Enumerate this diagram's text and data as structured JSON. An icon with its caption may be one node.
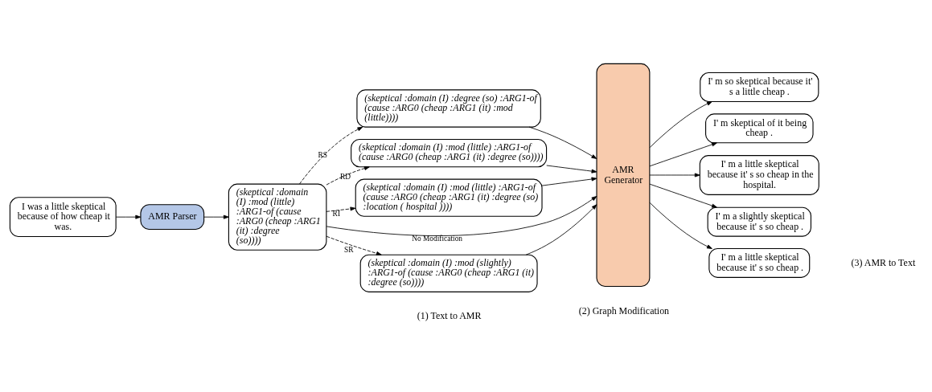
{
  "diagram": {
    "nodes": [
      {
        "text": [
          "I was a little skeptical because of how cheap it was."
        ]
      },
      {
        "text": [
          "AMR Parser"
        ]
      },
      {
        "text": [
          "(skeptical :domain (I) :mod (little) :ARG1-of (cause :ARG0 (cheap :ARG1 (it) :degree (so))))"
        ]
      },
      {
        "text": [
          "(skeptical :domain (I) :degree (so) :ARG1-of (cause :ARG0 (cheap :ARG1 (it) :mod (little))))"
        ]
      },
      {
        "text": [
          "(skeptical :domain (I) :mod (little) :ARG1-of (cause :ARG0 (cheap :ARG1 (it) :degree (so))))"
        ]
      },
      {
        "text": [
          "(skeptical :domain (I) :mod (little) :ARG1-of (cause :ARG0 (cheap :ARG1 (it) :degree (so) :location ( hospital ))))"
        ]
      },
      {
        "text": [
          "(skeptical :domain (I) :mod (slightly) :ARG1-of (cause :ARG0 (cheap :ARG1 (it) :degree (so))))"
        ]
      },
      {
        "text": [
          "AMR Generator"
        ]
      },
      {
        "text": [
          "I' m so skeptical because it' s a little cheap ."
        ]
      },
      {
        "text": [
          "I' m skeptical of it being cheap ."
        ]
      },
      {
        "text": [
          "I' m a little skeptical because it' s so cheap in the hospital."
        ]
      },
      {
        "text": [
          "I' m a slightly skeptical because it' s so cheap ."
        ]
      },
      {
        "text": [
          "I' m a little skeptical because it' s so cheap ."
        ]
      }
    ],
    "edges": [
      {
        "from": 0,
        "to": 1,
        "arrow": "to"
      },
      {
        "from": 1,
        "to": 2,
        "arrow": "to"
      },
      {
        "from": 2,
        "to": 3,
        "arrow": "to",
        "label": "RS",
        "style": "dashed"
      },
      {
        "from": 2,
        "to": 4,
        "arrow": "to",
        "label": "RD",
        "style": "dashed"
      },
      {
        "from": 2,
        "to": 5,
        "arrow": "to",
        "label": "RI",
        "style": "dashed"
      },
      {
        "from": 2,
        "to": 6,
        "arrow": "to",
        "label": "SR",
        "style": "dashed"
      },
      {
        "from": 2,
        "to": 7,
        "arrow": "to",
        "label": "No Modification"
      },
      {
        "from": 3,
        "to": 7,
        "arrow": "to"
      },
      {
        "from": 4,
        "to": 7,
        "arrow": "to"
      },
      {
        "from": 5,
        "to": 7,
        "arrow": "to"
      },
      {
        "from": 6,
        "to": 7,
        "arrow": "to"
      },
      {
        "from": 7,
        "to": 8,
        "arrow": "to"
      },
      {
        "from": 7,
        "to": 9,
        "arrow": "to"
      },
      {
        "from": 7,
        "to": 10,
        "arrow": "to"
      },
      {
        "from": 7,
        "to": 11,
        "arrow": "to"
      },
      {
        "from": 7,
        "to": 12,
        "arrow": "to"
      }
    ],
    "labels": [
      "(1) Text to AMR",
      "(2) Graph Modification",
      "(3) AMR to Text"
    ]
  }
}
